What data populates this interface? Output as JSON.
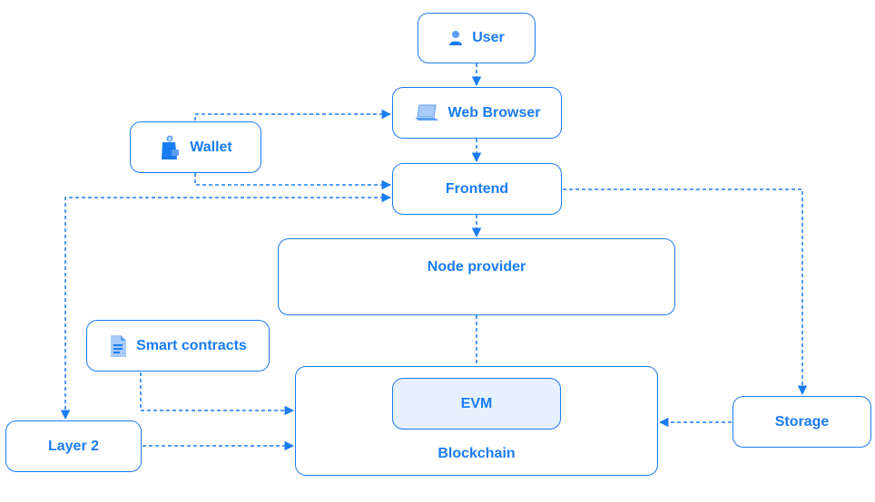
{
  "colors": {
    "accent": "#1a7cf2",
    "evm_fill": "#e7f0fd"
  },
  "nodes": {
    "user": {
      "label": "User",
      "icon": "user-icon"
    },
    "web_browser": {
      "label": "Web Browser",
      "icon": "laptop-icon"
    },
    "wallet": {
      "label": "Wallet",
      "icon": "wallet-icon"
    },
    "frontend": {
      "label": "Frontend"
    },
    "node_provider": {
      "label": "Node provider"
    },
    "smart_contracts": {
      "label": "Smart contracts",
      "icon": "document-icon"
    },
    "evm": {
      "label": "EVM"
    },
    "blockchain": {
      "label": "Blockchain"
    },
    "layer2": {
      "label": "Layer 2"
    },
    "storage": {
      "label": "Storage"
    }
  }
}
